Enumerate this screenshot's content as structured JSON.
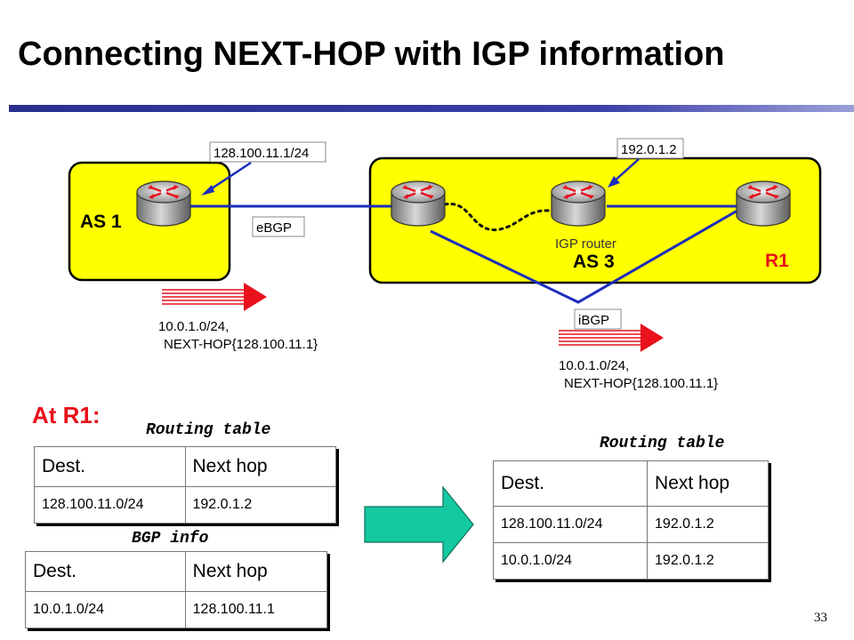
{
  "title": "Connecting NEXT-HOP with IGP information",
  "colors": {
    "as_fill": "#ffff00",
    "link": "#1c2dbd",
    "arrow": "#e8111c",
    "accent_red": "#e8111c",
    "big_arrow": "#14c9a0"
  },
  "diagram": {
    "as1_label": "AS 1",
    "as3_label": "AS 3",
    "r1_label": "R1",
    "igp_router_label": "IGP router",
    "ebgp_label": "eBGP",
    "ibgp_label": "iBGP",
    "addr_as1": "128.100.11.1/24",
    "addr_igp": "192.0.1.2",
    "route1_line1": "10.0.1.0/24,",
    "route1_line2": "NEXT-HOP{128.100.11.1}",
    "route2_line1": "10.0.1.0/24,",
    "route2_line2": "NEXT-HOP{128.100.11.1}"
  },
  "at_r1": "At R1:",
  "routing_table_before": {
    "caption": "Routing table",
    "headers": [
      "Dest.",
      "Next hop"
    ],
    "rows": [
      [
        "128.100.11.0/24",
        "192.0.1.2"
      ]
    ]
  },
  "bgp_info": {
    "caption": "BGP info",
    "headers": [
      "Dest.",
      "Next hop"
    ],
    "rows": [
      [
        "10.0.1.0/24",
        "128.100.11.1"
      ]
    ]
  },
  "routing_table_after": {
    "caption": "Routing table",
    "headers": [
      "Dest.",
      "Next hop"
    ],
    "rows": [
      [
        "128.100.11.0/24",
        "192.0.1.2"
      ],
      [
        "10.0.1.0/24",
        "192.0.1.2"
      ]
    ]
  },
  "page_number": "33"
}
